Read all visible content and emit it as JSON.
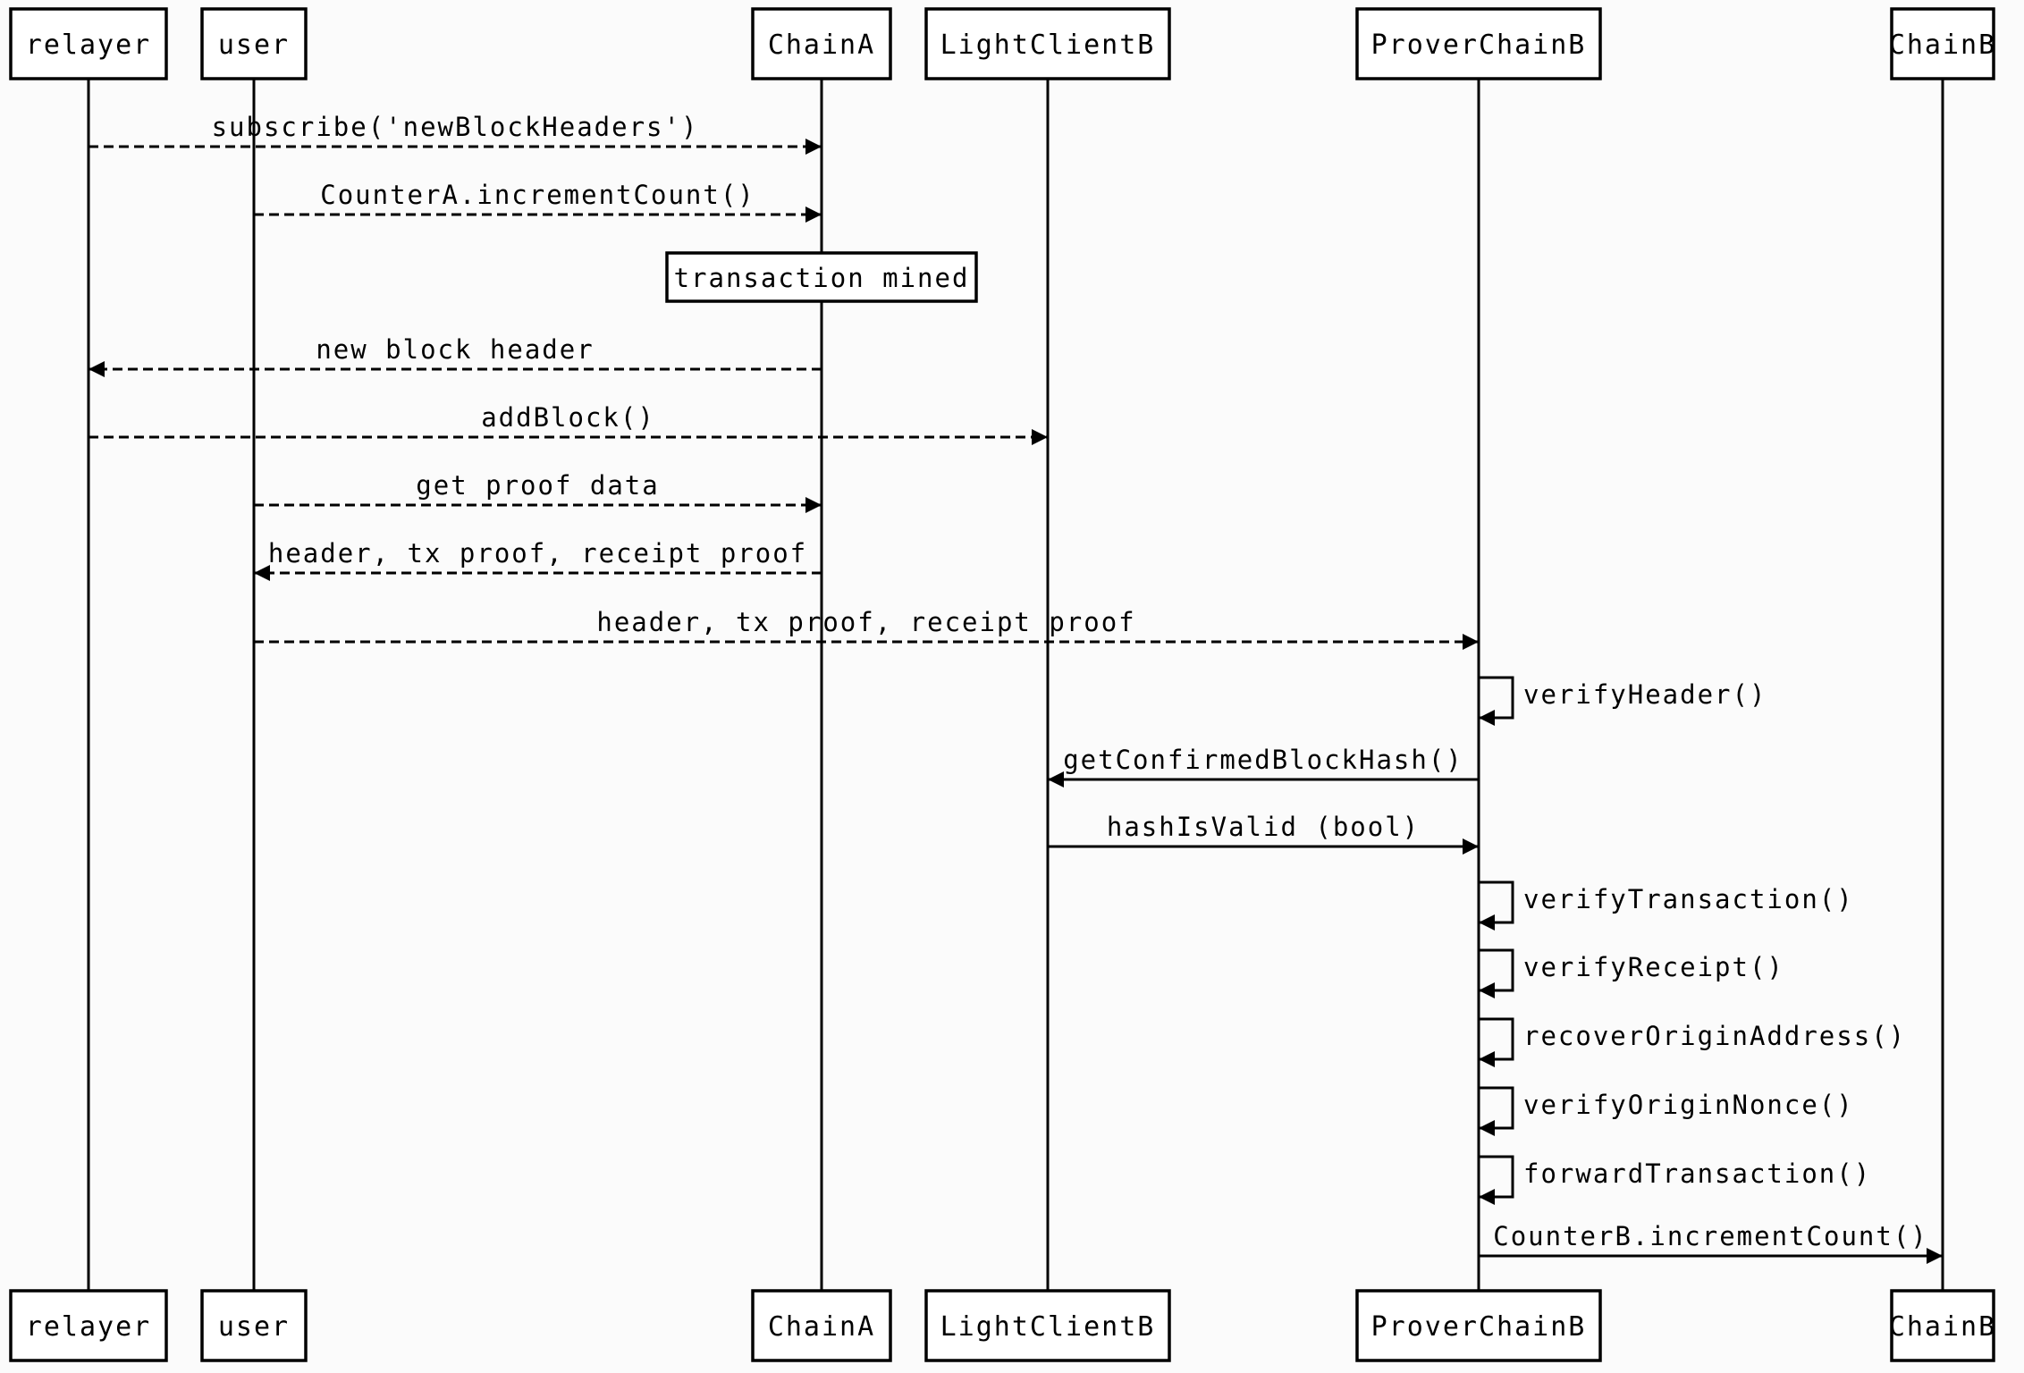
{
  "participants": [
    {
      "id": "relayer",
      "label": "relayer"
    },
    {
      "id": "user",
      "label": "user"
    },
    {
      "id": "chainA",
      "label": "ChainA"
    },
    {
      "id": "lightClientB",
      "label": "LightClientB"
    },
    {
      "id": "proverChainB",
      "label": "ProverChainB"
    },
    {
      "id": "chainB",
      "label": "ChainB"
    }
  ],
  "messages": [
    {
      "from": "relayer",
      "to": "chainA",
      "label": "subscribe('newBlockHeaders')",
      "style": "dashed"
    },
    {
      "from": "user",
      "to": "chainA",
      "label": "CounterA.incrementCount()",
      "style": "dashed"
    },
    {
      "from": "chainA",
      "to": "relayer",
      "label": "new block header",
      "style": "dashed"
    },
    {
      "from": "relayer",
      "to": "lightClientB",
      "label": "addBlock()",
      "style": "dashed"
    },
    {
      "from": "user",
      "to": "chainA",
      "label": "get proof data",
      "style": "dashed"
    },
    {
      "from": "chainA",
      "to": "user",
      "label": "header, tx proof, receipt proof",
      "style": "dashed"
    },
    {
      "from": "user",
      "to": "proverChainB",
      "label": "header, tx proof, receipt proof",
      "style": "dashed"
    },
    {
      "from": "proverChainB",
      "to": "proverChainB",
      "label": "verifyHeader()",
      "style": "solid"
    },
    {
      "from": "proverChainB",
      "to": "lightClientB",
      "label": "getConfirmedBlockHash()",
      "style": "solid"
    },
    {
      "from": "lightClientB",
      "to": "proverChainB",
      "label": "hashIsValid (bool)",
      "style": "solid"
    },
    {
      "from": "proverChainB",
      "to": "proverChainB",
      "label": "verifyTransaction()",
      "style": "solid"
    },
    {
      "from": "proverChainB",
      "to": "proverChainB",
      "label": "verifyReceipt()",
      "style": "solid"
    },
    {
      "from": "proverChainB",
      "to": "proverChainB",
      "label": "recoverOriginAddress()",
      "style": "solid"
    },
    {
      "from": "proverChainB",
      "to": "proverChainB",
      "label": "verifyOriginNonce()",
      "style": "solid"
    },
    {
      "from": "proverChainB",
      "to": "proverChainB",
      "label": "forwardTransaction()",
      "style": "solid"
    },
    {
      "from": "proverChainB",
      "to": "chainB",
      "label": "CounterB.incrementCount()",
      "style": "solid"
    }
  ],
  "notes": [
    {
      "over": "chainA",
      "label": "transaction mined"
    }
  ]
}
